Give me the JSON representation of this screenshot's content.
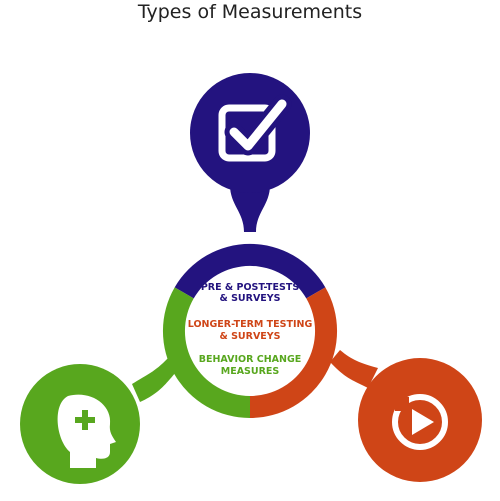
{
  "title": "Types of Measurements",
  "colors": {
    "blue": "#23137f",
    "orange": "#cf4517",
    "green": "#58a71e",
    "white": "#ffffff"
  },
  "center": {
    "lines": [
      {
        "text": "PRE & POST-TESTS",
        "color": "#23137f"
      },
      {
        "text": "& SURVEYS",
        "color": "#23137f"
      },
      {
        "text": "LONGER-TERM TESTING",
        "color": "#cf4517"
      },
      {
        "text": "& SURVEYS",
        "color": "#cf4517"
      },
      {
        "text": "BEHAVIOR CHANGE",
        "color": "#58a71e"
      },
      {
        "text": "MEASURES",
        "color": "#58a71e"
      }
    ]
  },
  "nodes": [
    {
      "name": "pre-post-tests",
      "color": "#23137f",
      "icon": "checkbox-icon"
    },
    {
      "name": "longer-term-testing",
      "color": "#cf4517",
      "icon": "play-icon"
    },
    {
      "name": "behavior-change",
      "color": "#58a71e",
      "icon": "head-plus-icon"
    }
  ]
}
